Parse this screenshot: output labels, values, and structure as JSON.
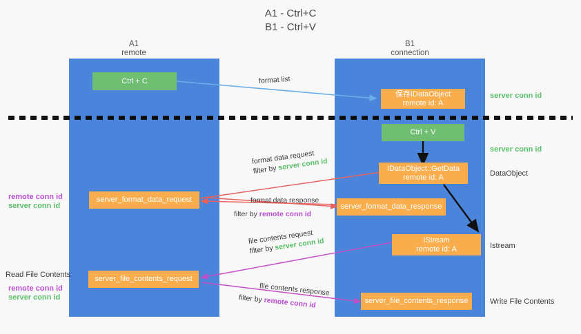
{
  "title": {
    "line1": "A1 - Ctrl+C",
    "line2": "B1 - Ctrl+V"
  },
  "colors": {
    "lane": "#4a85db",
    "green_box": "#6fbe72",
    "orange_box": "#f9ad4c",
    "green_text": "#5bbf6a",
    "purple_text": "#b94fd0",
    "blue_arrow": "#6aaee8",
    "red_arrow": "#e8625e",
    "magenta_arrow": "#c44ec9",
    "black_arrow": "#111111",
    "background": "#f8f8f8"
  },
  "columns": [
    {
      "id": "a1",
      "name": "A1",
      "sub": "remote"
    },
    {
      "id": "b1",
      "name": "B1",
      "sub": "connection"
    }
  ],
  "boxes": {
    "ctrl_c": {
      "label": "Ctrl + C",
      "kind": "green"
    },
    "ctrl_v": {
      "label": "Ctrl + V",
      "kind": "green"
    },
    "save_idataobject": {
      "line1": "保存IDataObject",
      "line2": "remote id: A",
      "kind": "orange"
    },
    "getdata": {
      "line1": "IDataObject::GetData",
      "line2": "remote id: A",
      "kind": "orange"
    },
    "istream": {
      "line1": "IStream",
      "line2": "remote id: A",
      "kind": "orange"
    },
    "server_format_data_request": {
      "label": "server_format_data_request",
      "kind": "orange"
    },
    "server_format_data_response": {
      "label": "server_format_data_response",
      "kind": "orange"
    },
    "server_file_contents_request": {
      "label": "server_file_contents_request",
      "kind": "orange"
    },
    "server_file_contents_response": {
      "label": "server_file_contents_response",
      "kind": "orange"
    }
  },
  "edge_labels": {
    "format_list": "format list",
    "format_data_request": "format data request",
    "format_data_request_filter_prefix": "filter by ",
    "format_data_request_filter_key": "server conn id",
    "format_data_response": "format data response",
    "format_data_response_filter_prefix": "filter by ",
    "format_data_response_filter_key": "remote conn id",
    "file_contents_request": "file contents request",
    "file_contents_request_filter_prefix": "filter by ",
    "file_contents_request_filter_key": "server conn id",
    "file_contents_response": "file contents response",
    "file_contents_response_filter_prefix": "filter by ",
    "file_contents_response_filter_key": "remote conn id"
  },
  "right_annotations": [
    {
      "id": "server-conn-id-1",
      "text": "server conn id",
      "style": "green"
    },
    {
      "id": "server-conn-id-2",
      "text": "server conn id",
      "style": "green"
    },
    {
      "id": "dataobject",
      "text": "DataObject",
      "style": "dark"
    },
    {
      "id": "istream",
      "text": "Istream",
      "style": "dark"
    },
    {
      "id": "write-file-contents",
      "text": "Write File Contents",
      "style": "dark"
    }
  ],
  "left_annotations": [
    {
      "id": "remote-conn-id-1",
      "text": "remote conn id",
      "style": "purple"
    },
    {
      "id": "server-conn-id-3",
      "text": "server conn id",
      "style": "green"
    },
    {
      "id": "read-file-contents",
      "text": "Read File Contents",
      "style": "dark"
    },
    {
      "id": "remote-conn-id-2",
      "text": "remote conn id",
      "style": "purple"
    },
    {
      "id": "server-conn-id-4",
      "text": "server conn id",
      "style": "green"
    }
  ]
}
